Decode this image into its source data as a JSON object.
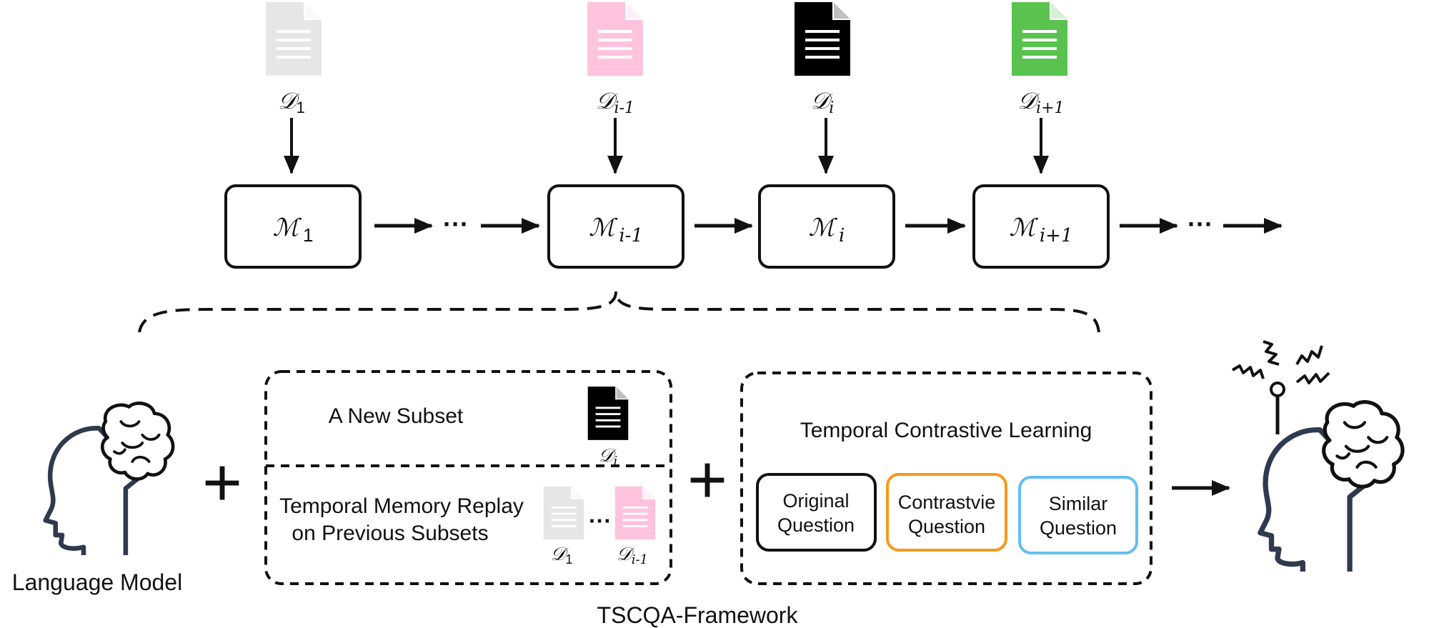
{
  "colors": {
    "doc_gray": "#e6e6e6",
    "doc_pink": "#ffc3de",
    "doc_black": "#000000",
    "doc_green": "#5ac24f",
    "box_original": "#000000",
    "box_contrastive": "#f49a1b",
    "box_similar": "#62bff0",
    "head_outline": "#2f3a4f"
  },
  "documents": [
    {
      "label_base": "𝒟",
      "label_sub": "1",
      "color": "doc_gray"
    },
    {
      "label_base": "𝒟",
      "label_sub": "i-1",
      "color": "doc_pink"
    },
    {
      "label_base": "𝒟",
      "label_sub": "i",
      "color": "doc_black"
    },
    {
      "label_base": "𝒟",
      "label_sub": "i+1",
      "color": "doc_green"
    }
  ],
  "models": [
    {
      "label_base": "ℳ",
      "label_sub": "1"
    },
    {
      "label_base": "ℳ",
      "label_sub": "i-1"
    },
    {
      "label_base": "ℳ",
      "label_sub": "i"
    },
    {
      "label_base": "ℳ",
      "label_sub": "i+1"
    }
  ],
  "ellipsis": "···",
  "plus": "+",
  "language_model_label": "Language Model",
  "subset_panel": {
    "new_subset_label": "A New Subset",
    "new_doc_label_base": "𝒟",
    "new_doc_label_sub": "i",
    "replay_line1": "Temporal Memory Replay",
    "replay_line2": "on Previous Subsets",
    "prev_doc1_base": "𝒟",
    "prev_doc1_sub": "1",
    "prev_doc2_base": "𝒟",
    "prev_doc2_sub": "i-1",
    "dots": "···"
  },
  "contrastive_panel": {
    "title": "Temporal Contrastive Learning",
    "boxes": [
      {
        "line1": "Original",
        "line2": "Question",
        "color": "box_original"
      },
      {
        "line1": "Contrastvie",
        "line2": "Question",
        "color": "box_contrastive"
      },
      {
        "line1": "Similar",
        "line2": "Question",
        "color": "box_similar"
      }
    ]
  },
  "framework_label": "TSCQA-Framework"
}
